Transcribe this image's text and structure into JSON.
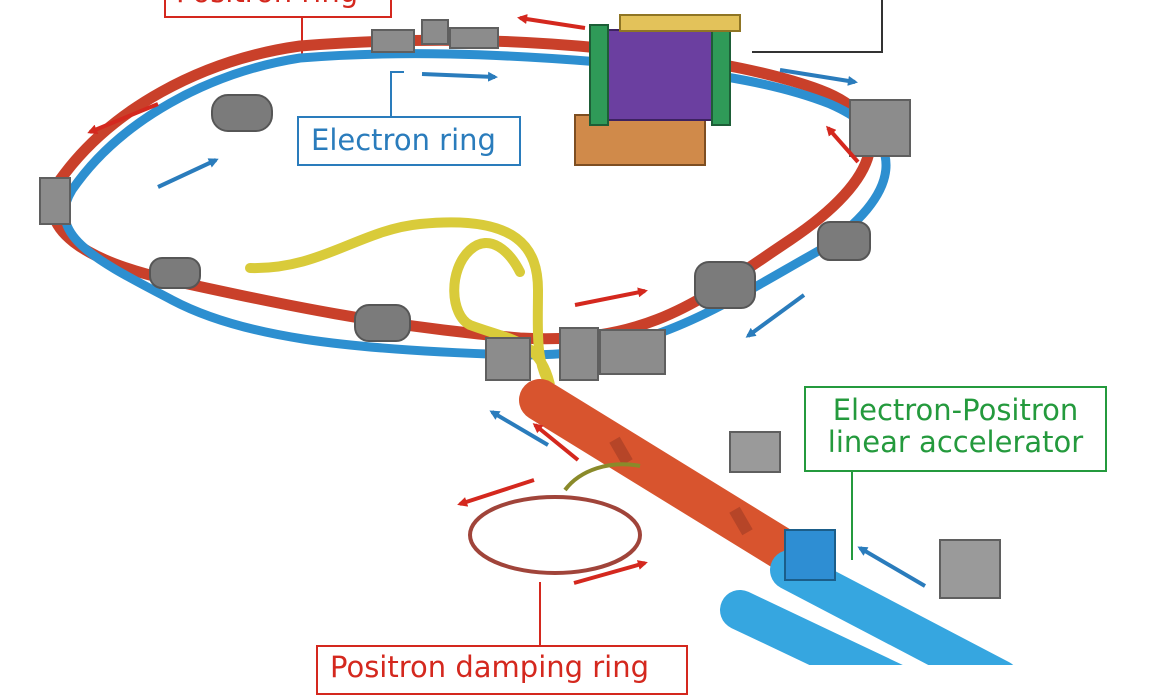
{
  "labels": {
    "positron_ring": "Positron ring",
    "electron_ring": "Electron ring",
    "linac_line1": "Electron-Positron",
    "linac_line2": "linear accelerator",
    "positron_damping_ring": "Positron damping ring"
  },
  "colors": {
    "positron": "#d4281e",
    "electron": "#2a7cbc",
    "linac": "#249a3d",
    "positron_beam": "#c9402a",
    "electron_beam": "#2d8fd0",
    "transport_line": "#ece24a",
    "magnet_gray": "#8c8c8c",
    "detector_purple": "#6b3fa0",
    "detector_green": "#2f9a58",
    "detector_orange": "#d08a4a",
    "linac_blue": "#36a6e0",
    "linac_orange": "#d8542e"
  },
  "icons": {
    "beam_direction": "arrow-icon",
    "magnet": "magnet-icon",
    "detector": "detector-icon"
  }
}
